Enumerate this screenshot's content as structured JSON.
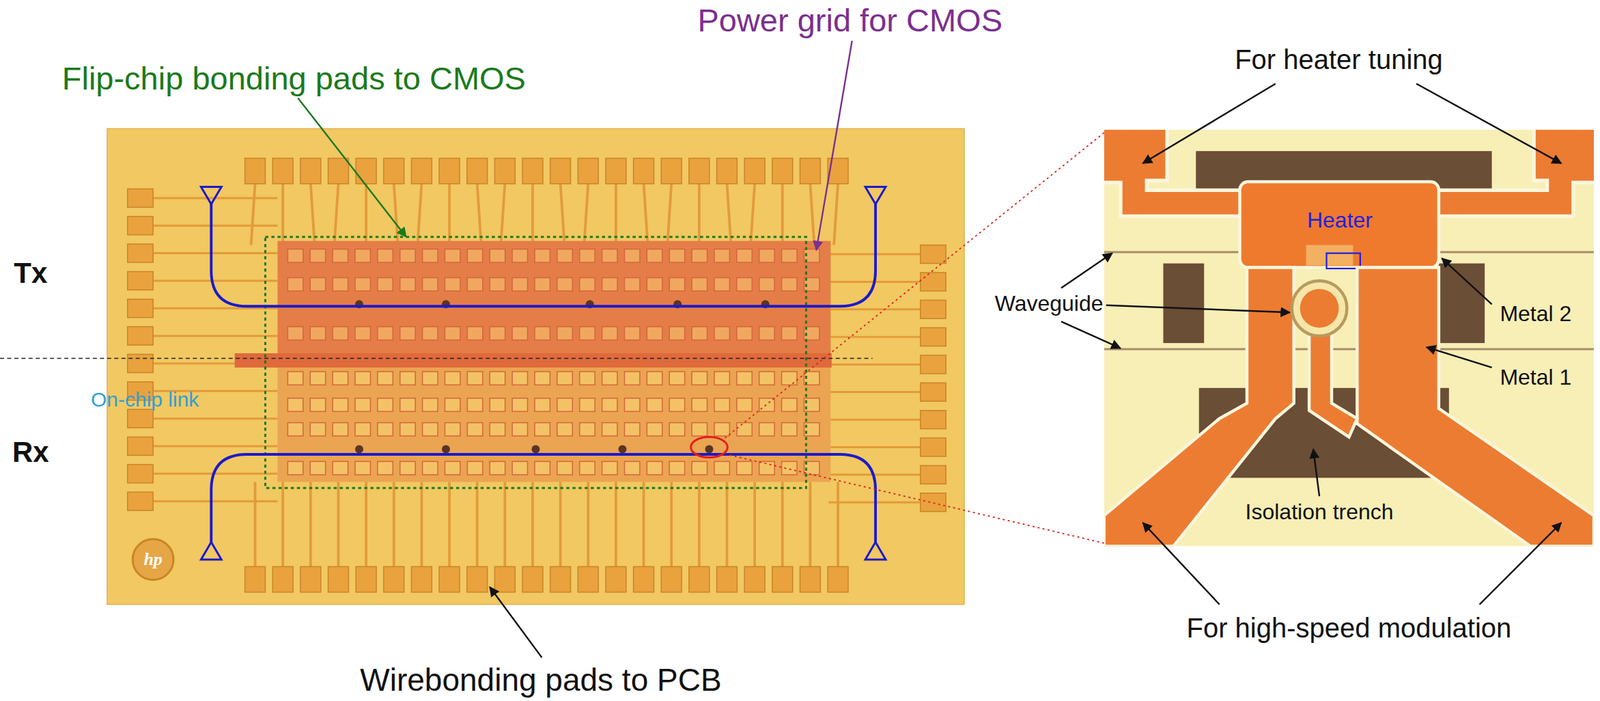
{
  "diagram": {
    "labels": [
      "Power grid for CMOS",
      "Flip-chip bonding pads to CMOS",
      "Tx",
      "On-chip link",
      "Rx",
      "Wirebonding pads to PCB",
      "hp",
      "For heater tuning",
      "Heater",
      "Waveguide",
      "Metal 2",
      "Metal 1",
      "Isolation trench",
      "For high-speed modulation"
    ]
  }
}
